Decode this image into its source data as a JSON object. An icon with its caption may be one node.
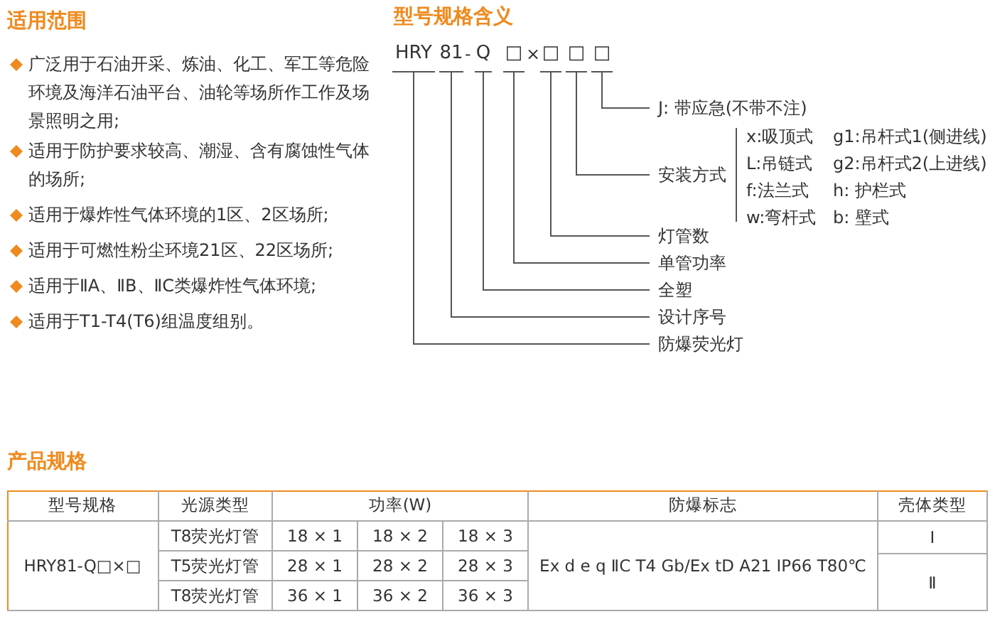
{
  "diagram": {
    "nodes": [
      {
        "text": [
          "HRY"
        ]
      },
      {
        "text": [
          "81"
        ]
      },
      {
        "text": [
          "Q"
        ]
      },
      {
        "text": [
          "□"
        ]
      },
      {
        "text": [
          "□"
        ]
      },
      {
        "text": [
          "□"
        ]
      },
      {
        "text": [
          "□"
        ]
      },
      {
        "text": [
          "J: 带应急(不带不注)"
        ]
      },
      {
        "text": [
          "安装方式"
        ],
        "beside": [
          "x:吸顶式",
          "g1:吊杆式1(侧进线)",
          "L:吊链式",
          "g2:吊杆式2(上进线)",
          "f:法兰式",
          "h: 护栏式",
          "w:弯杆式",
          "b: 壁式"
        ]
      },
      {
        "text": [
          "灯管数"
        ]
      },
      {
        "text": [
          "单管功率"
        ]
      },
      {
        "text": [
          "全塑"
        ]
      },
      {
        "text": [
          "设计序号"
        ]
      },
      {
        "text": [
          "防爆荧光灯"
        ]
      }
    ],
    "edges": [
      {
        "from": 6,
        "to": 7,
        "arrow": "none"
      },
      {
        "from": 5,
        "to": 8,
        "arrow": "none"
      },
      {
        "from": 4,
        "to": 9,
        "arrow": "none"
      },
      {
        "from": 3,
        "to": 10,
        "arrow": "none"
      },
      {
        "from": 2,
        "to": 11,
        "arrow": "none"
      },
      {
        "from": 1,
        "to": 12,
        "arrow": "none"
      },
      {
        "from": 0,
        "to": 13,
        "arrow": "none"
      }
    ],
    "labels": [
      "适用范围",
      "广泛用于石油开采、炼油、化工、军工等危险环境及海洋石油平台、油轮等场所作工作及场景照明之用;",
      "适用于防护要求较高、潮湿、含有腐蚀性气体的场所;",
      "适用于爆炸性气体环境的1区、2区场所;",
      "适用于可燃性粉尘环境21区、22区场所;",
      "适用于ⅡA、ⅡB、ⅡC类爆炸性气体环境;",
      "适用于T1-T4(T6)组温度组别。",
      "型号规格含义",
      "-",
      "×",
      "产品规格",
      "型号规格",
      "光源类型",
      "功率(W)",
      "防爆标志",
      "壳体类型",
      "HRY81-Q□×□",
      "T8荧光灯管",
      "18 × 1",
      "18 × 2",
      "18 × 3",
      "Ex d e q ⅡC T4 Gb/Ex tD A21 IP66 T80℃",
      "Ⅰ",
      "T5荧光灯管",
      "28 × 1",
      "28 × 2",
      "28 × 3",
      "Ⅱ",
      "T8荧光灯管",
      "36 × 1",
      "36 × 2",
      "36 × 3"
    ]
  }
}
